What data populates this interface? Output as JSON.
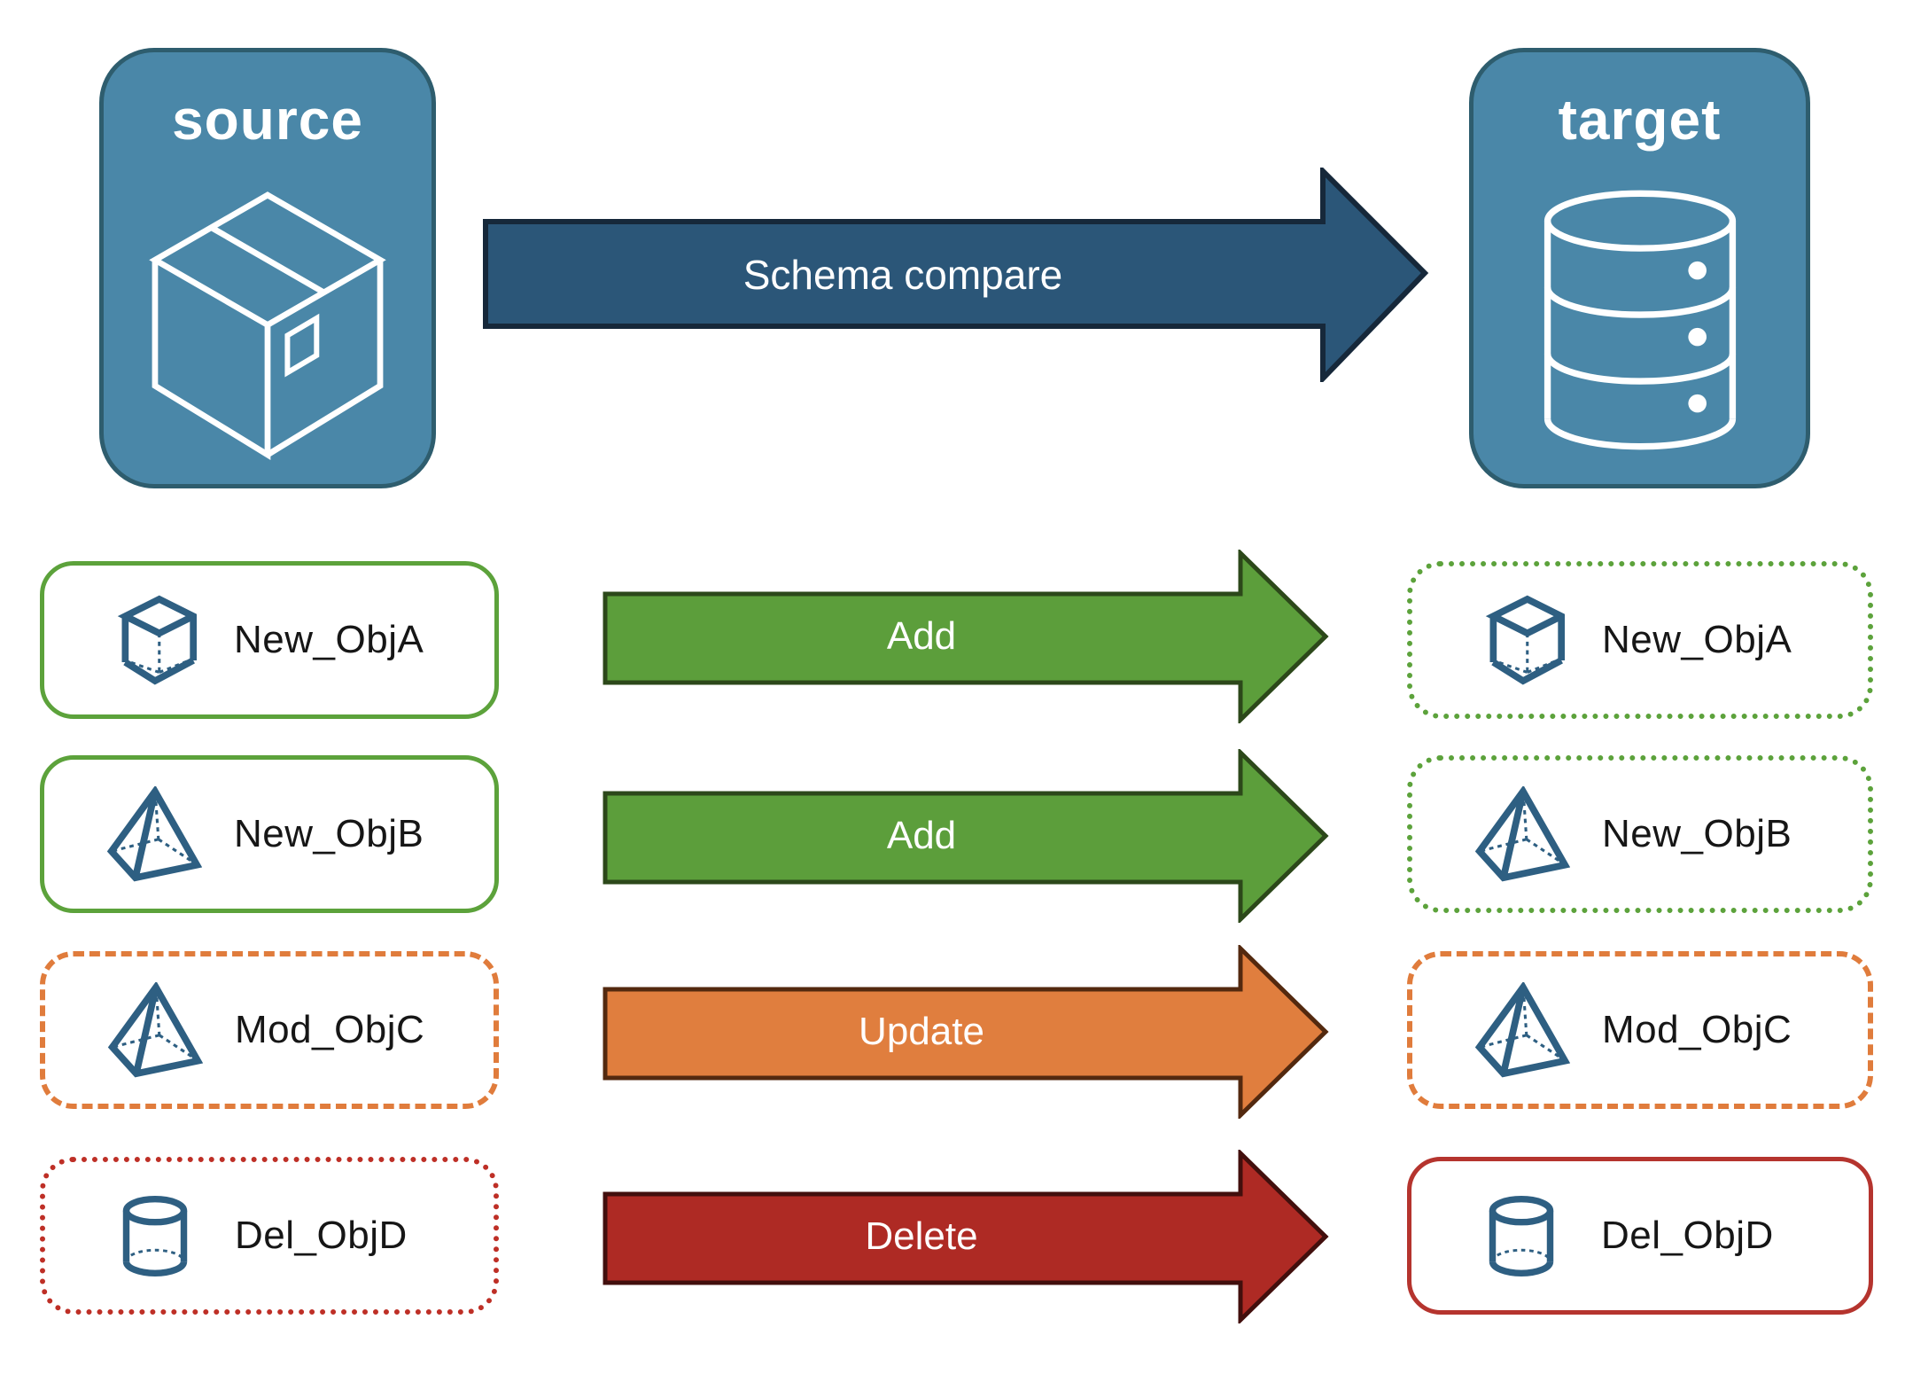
{
  "nodes": {
    "source": {
      "label": "source",
      "icon": "package-icon"
    },
    "target": {
      "label": "target",
      "icon": "database-icon"
    }
  },
  "main_arrow": {
    "label": "Schema compare"
  },
  "rows": [
    {
      "icon": "cube-icon",
      "source_label": "New_ObjA",
      "action": "Add",
      "target_label": "New_ObjA",
      "source_style": "solid-green",
      "target_style": "dotted-green"
    },
    {
      "icon": "pyramid-icon",
      "source_label": "New_ObjB",
      "action": "Add",
      "target_label": "New_ObjB",
      "source_style": "solid-green",
      "target_style": "dotted-green"
    },
    {
      "icon": "pyramid-icon",
      "source_label": "Mod_ObjC",
      "action": "Update",
      "target_label": "Mod_ObjC",
      "source_style": "dashed-orange",
      "target_style": "dashed-orange"
    },
    {
      "icon": "cylinder-icon",
      "source_label": "Del_ObjD",
      "action": "Delete",
      "target_label": "Del_ObjD",
      "source_style": "dotted-red",
      "target_style": "solid-red"
    }
  ],
  "colors": {
    "node_fill": "#4A87A8",
    "node_border": "#2E5D6E",
    "node_icon": "#FFFFFF",
    "compare_fill": "#2B5678",
    "compare_border": "#16283A",
    "add_fill": "#5C9E3B",
    "add_border": "#2C481A",
    "update_fill": "#E07E3E",
    "update_border": "#53290F",
    "delete_fill": "#AE2A24",
    "delete_border": "#420F0D",
    "green_border": "#5CA23B",
    "orange_border": "#E07C3C",
    "red_dotted_border": "#BE2F26",
    "red_solid_border": "#B5342E",
    "icon_blue": "#2E5F82",
    "label_text": "#161616",
    "arrow_text": "#FFFFFF"
  }
}
